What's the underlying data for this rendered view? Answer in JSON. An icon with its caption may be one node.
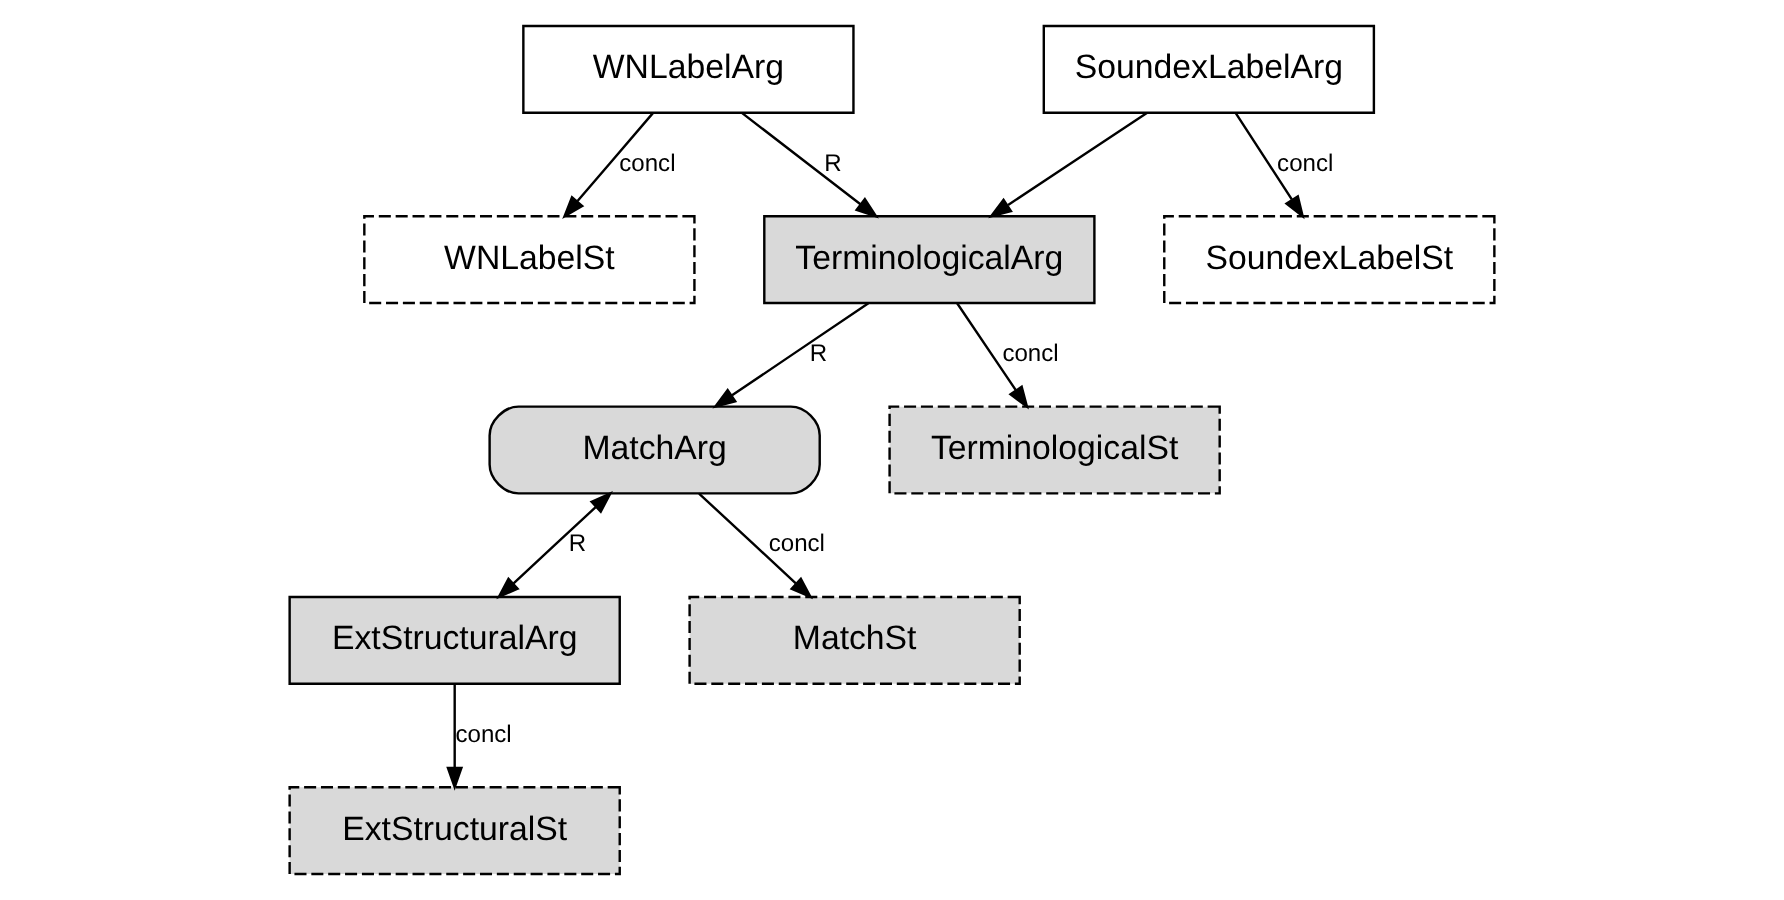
{
  "diagram": {
    "nodes": [
      {
        "text": [
          "MatchArg"
        ]
      },
      {
        "text": [
          "WNLabelArg"
        ]
      },
      {
        "text": [
          "TerminologicalArg"
        ]
      },
      {
        "text": [
          "ExtStructuralArg"
        ]
      },
      {
        "text": [
          "SoundexLabelArg"
        ]
      },
      {
        "text": [
          "TerminologicalSt"
        ]
      },
      {
        "text": [
          "WNLabelSt"
        ]
      },
      {
        "text": [
          "MatchSt"
        ]
      },
      {
        "text": [
          "SoundexLabelSt"
        ]
      },
      {
        "text": [
          "ExtStructuralSt"
        ]
      }
    ],
    "edges": [
      {
        "from": 1,
        "to": 2,
        "arrow": "to",
        "label": "R"
      },
      {
        "from": 4,
        "to": 2,
        "arrow": "to"
      },
      {
        "from": 2,
        "to": 0,
        "arrow": "to",
        "label": "R"
      },
      {
        "from": 0,
        "to": 3,
        "arrow": "both",
        "label": "R"
      },
      {
        "from": 1,
        "to": 6,
        "arrow": "to",
        "label": "concl"
      },
      {
        "from": 4,
        "to": 8,
        "arrow": "to",
        "label": "concl"
      },
      {
        "from": 2,
        "to": 5,
        "arrow": "to",
        "label": "concl"
      },
      {
        "from": 0,
        "to": 7,
        "arrow": "to",
        "label": "concl"
      },
      {
        "from": 3,
        "to": 9,
        "arrow": "to",
        "label": "concl"
      }
    ]
  }
}
